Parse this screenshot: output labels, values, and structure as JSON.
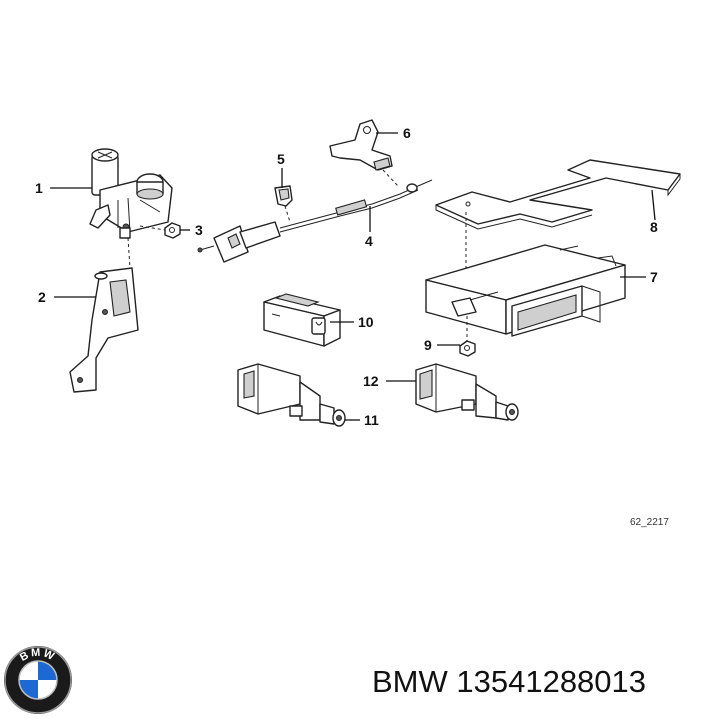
{
  "diagram": {
    "callouts": [
      "1",
      "2",
      "3",
      "4",
      "5",
      "6",
      "7",
      "8",
      "9",
      "10",
      "11",
      "12"
    ],
    "reference_code": "62_2217"
  },
  "brand": {
    "logo_text": "BMW",
    "footer_text": "BMW 13541288013"
  },
  "colors": {
    "background": "#ffffff",
    "line": "#222222",
    "logo_blue": "#1c69d4"
  }
}
